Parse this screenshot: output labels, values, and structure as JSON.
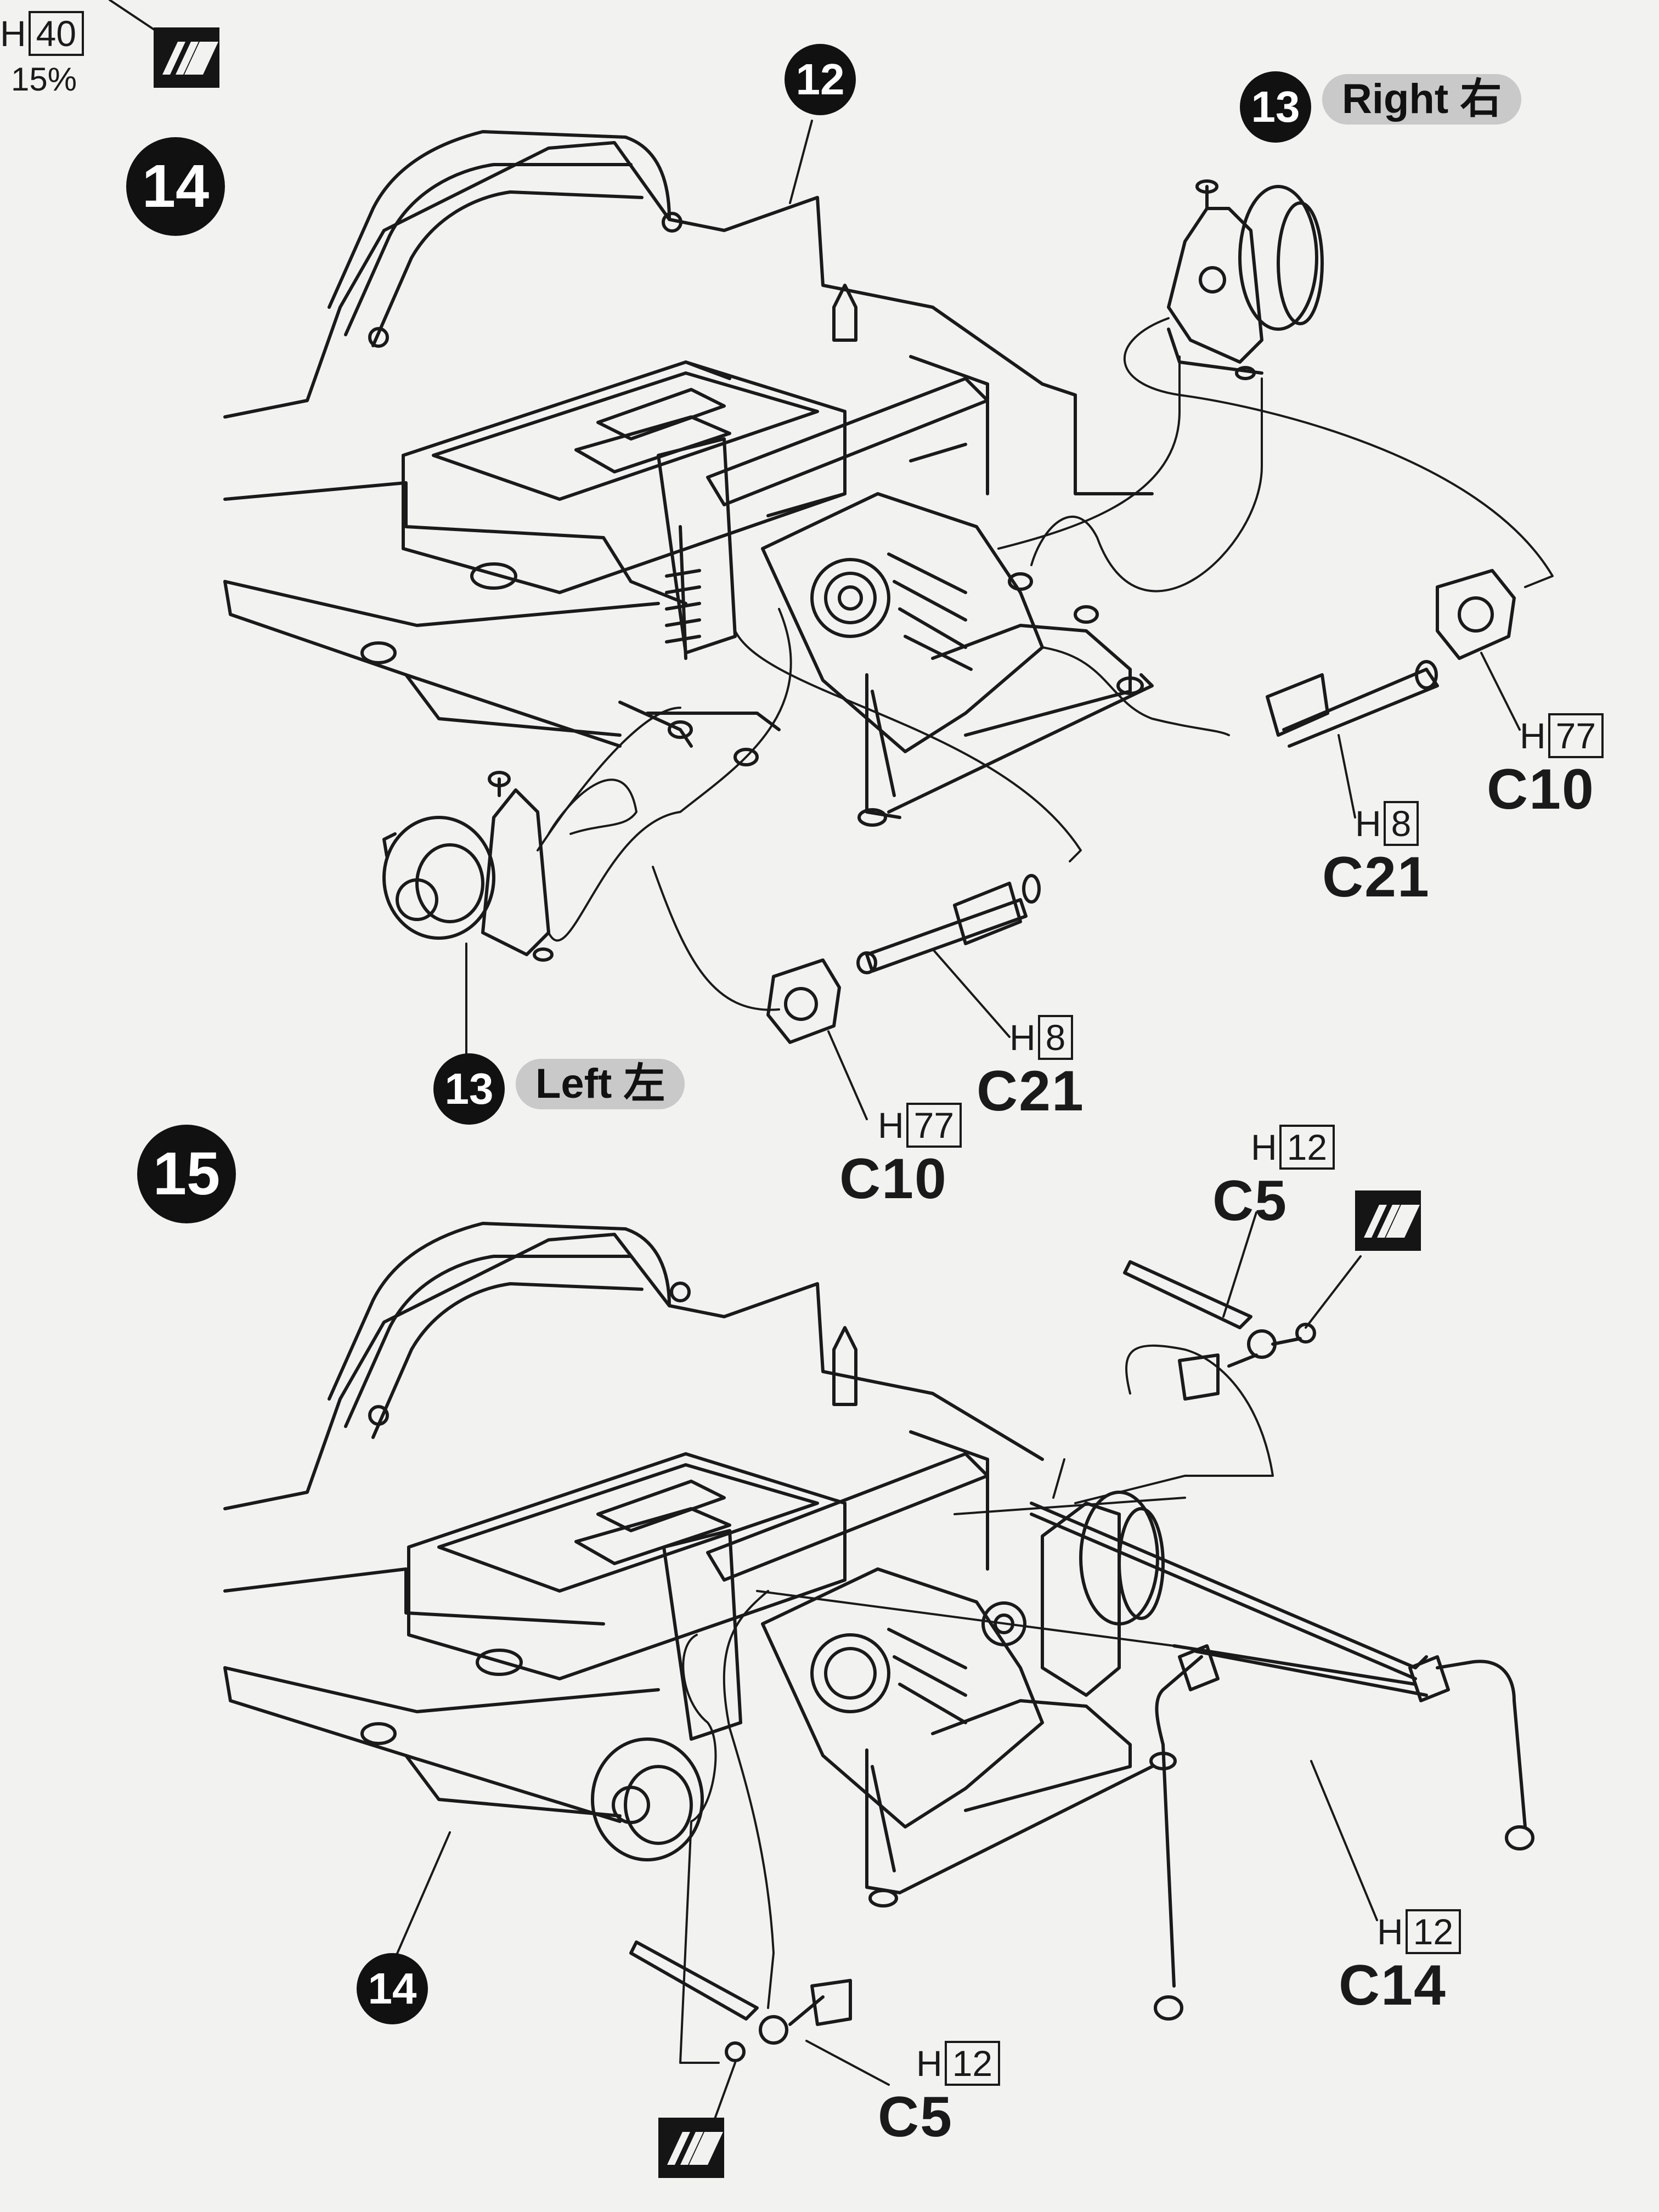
{
  "steps": {
    "step14": "14",
    "step15": "15",
    "ref12": "12",
    "ref13_right": "13",
    "ref13_left": "13",
    "ref14": "14"
  },
  "sides": {
    "right": "Right 右",
    "left": "Left 左"
  },
  "top_fragment": {
    "runner_letter": "H",
    "runner_number": "40",
    "percent": "15%"
  },
  "parts": {
    "c10_right": {
      "runner": "H",
      "num": "77",
      "code": "C10"
    },
    "c21_right": {
      "runner": "H",
      "num": "8",
      "code": "C21"
    },
    "c21_left": {
      "runner": "H",
      "num": "8",
      "code": "C21"
    },
    "c10_left": {
      "runner": "H",
      "num": "77",
      "code": "C10"
    },
    "c5_top": {
      "runner": "H",
      "num": "12",
      "code": "C5"
    },
    "c14": {
      "runner": "H",
      "num": "12",
      "code": "C14"
    },
    "c5_bottom": {
      "runner": "H",
      "num": "12",
      "code": "C5"
    }
  },
  "icons": [
    "paint-mark-icon",
    "paint-mark-icon",
    "paint-mark-icon"
  ]
}
